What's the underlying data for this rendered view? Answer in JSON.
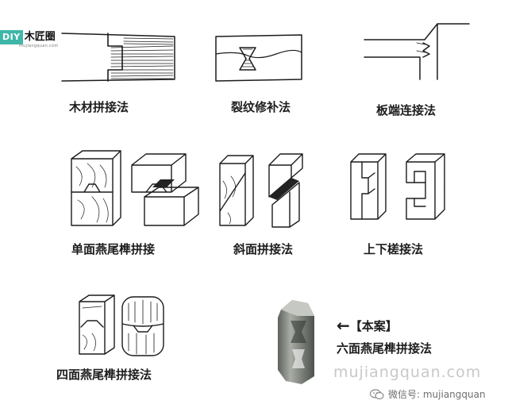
{
  "logo": {
    "badge": "DIY",
    "name": "木匠圈",
    "subtitle": "mujiangquan.com"
  },
  "techniques": [
    {
      "caption": "木材拼接法"
    },
    {
      "caption": "裂纹修补法"
    },
    {
      "caption": "板端连接法"
    },
    {
      "caption": "单面燕尾榫拼接"
    },
    {
      "caption": "斜面拼接法"
    },
    {
      "caption": "上下槎接法"
    },
    {
      "caption": "四面燕尾榫拼接法"
    },
    {
      "caption": "六面燕尾榫拼接法"
    }
  ],
  "current_case": {
    "arrow": "←",
    "tag": "【本案】"
  },
  "watermark": "mujiangquan.com",
  "wechat": {
    "icon": "wechat-icon",
    "label": "微信号: mujiangquan"
  },
  "colors": {
    "logo_badge": "#3fb6a8",
    "caption": "#1d1d1d",
    "watermark": "#c8c8c8",
    "photo_wood": "#8a8f86"
  }
}
